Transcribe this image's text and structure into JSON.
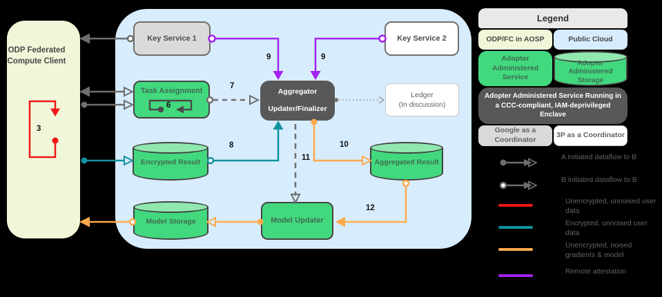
{
  "client": {
    "title": "ODP Federated Compute Client"
  },
  "nodes": {
    "key_service_1": "Key Service 1",
    "key_service_2": "Key Service 2",
    "task_assignment": "Task Assignment",
    "aggregator_line1": "Aggregator",
    "aggregator_line2": "Updater/Finalizer",
    "ledger_line1": "Ledger",
    "ledger_line2": "(In discussion)",
    "encrypted_result": "Encrypted Result",
    "aggregated_result": "Aggregated Result",
    "model_storage": "Model Storage",
    "model_updater": "Model Updater"
  },
  "steps": {
    "s3": "3",
    "s6": "6",
    "s7": "7",
    "s8": "8",
    "s9a": "9",
    "s9b": "9",
    "s10": "10",
    "s11": "11",
    "s12": "12"
  },
  "legend": {
    "title": "Legend",
    "odp_fc_aosp": "ODP/FC in AOSP",
    "public_cloud": "Public Cloud",
    "adopter_service": "Adopter Administered Service",
    "adopter_storage": "Adopter Administered Storage",
    "enclave": "Adopter Administered Service Running in a CCC-compliant, IAM-deprivileged Enclave",
    "google_coordinator": "Google as a Coordinator",
    "tp_coordinator": "3P as a Coordinator",
    "flows": [
      {
        "label": "A initiated dataflow to B",
        "color": "#6e6e6e"
      },
      {
        "label": "B initiated dataflow to B",
        "color": "#6e6e6e"
      },
      {
        "label": "Unencrypted, unnoised user data",
        "color": "#ee1616"
      },
      {
        "label": "Encrypted, unnoised user data",
        "color": "#10929f"
      },
      {
        "label": "Unencrypted, noised gradients & model",
        "color": "#ffaa4d"
      },
      {
        "label": "Remote attestation",
        "color": "#a422f2"
      }
    ]
  },
  "colors": {
    "node_green": "#42d97e",
    "node_green_top": "#90e8af",
    "server_bg": "#d7ecfd",
    "client_bg": "#f0f7d9",
    "gray_node": "#dadada",
    "dark_node": "#585858",
    "gray_arrow": "#6e6e6e",
    "teal": "#10929f",
    "orange": "#ffaa4d",
    "purple": "#a422f2",
    "red": "#ee1616"
  }
}
